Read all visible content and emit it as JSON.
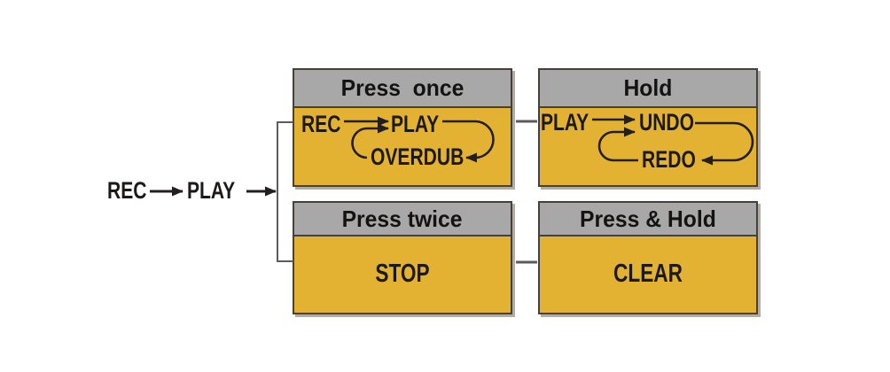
{
  "colors": {
    "header-bg": "#a8a8a8",
    "body-bg": "#e4b233",
    "border-c": "#46403a",
    "arrow-c": "#231f20",
    "line-c": "#5a5b5d",
    "shadow-c": "#b3aca4"
  },
  "entry": {
    "rec": "REC",
    "play": "PLAY"
  },
  "boxes": {
    "press_once": {
      "title": "Press  once",
      "rec": "REC",
      "play": "PLAY",
      "overdub": "OVERDUB"
    },
    "hold": {
      "title": "Hold",
      "play": "PLAY",
      "undo": "UNDO",
      "redo": "REDO"
    },
    "press_twice": {
      "title": "Press twice",
      "action": "STOP"
    },
    "press_and_hold": {
      "title": "Press & Hold",
      "action": "CLEAR"
    }
  }
}
